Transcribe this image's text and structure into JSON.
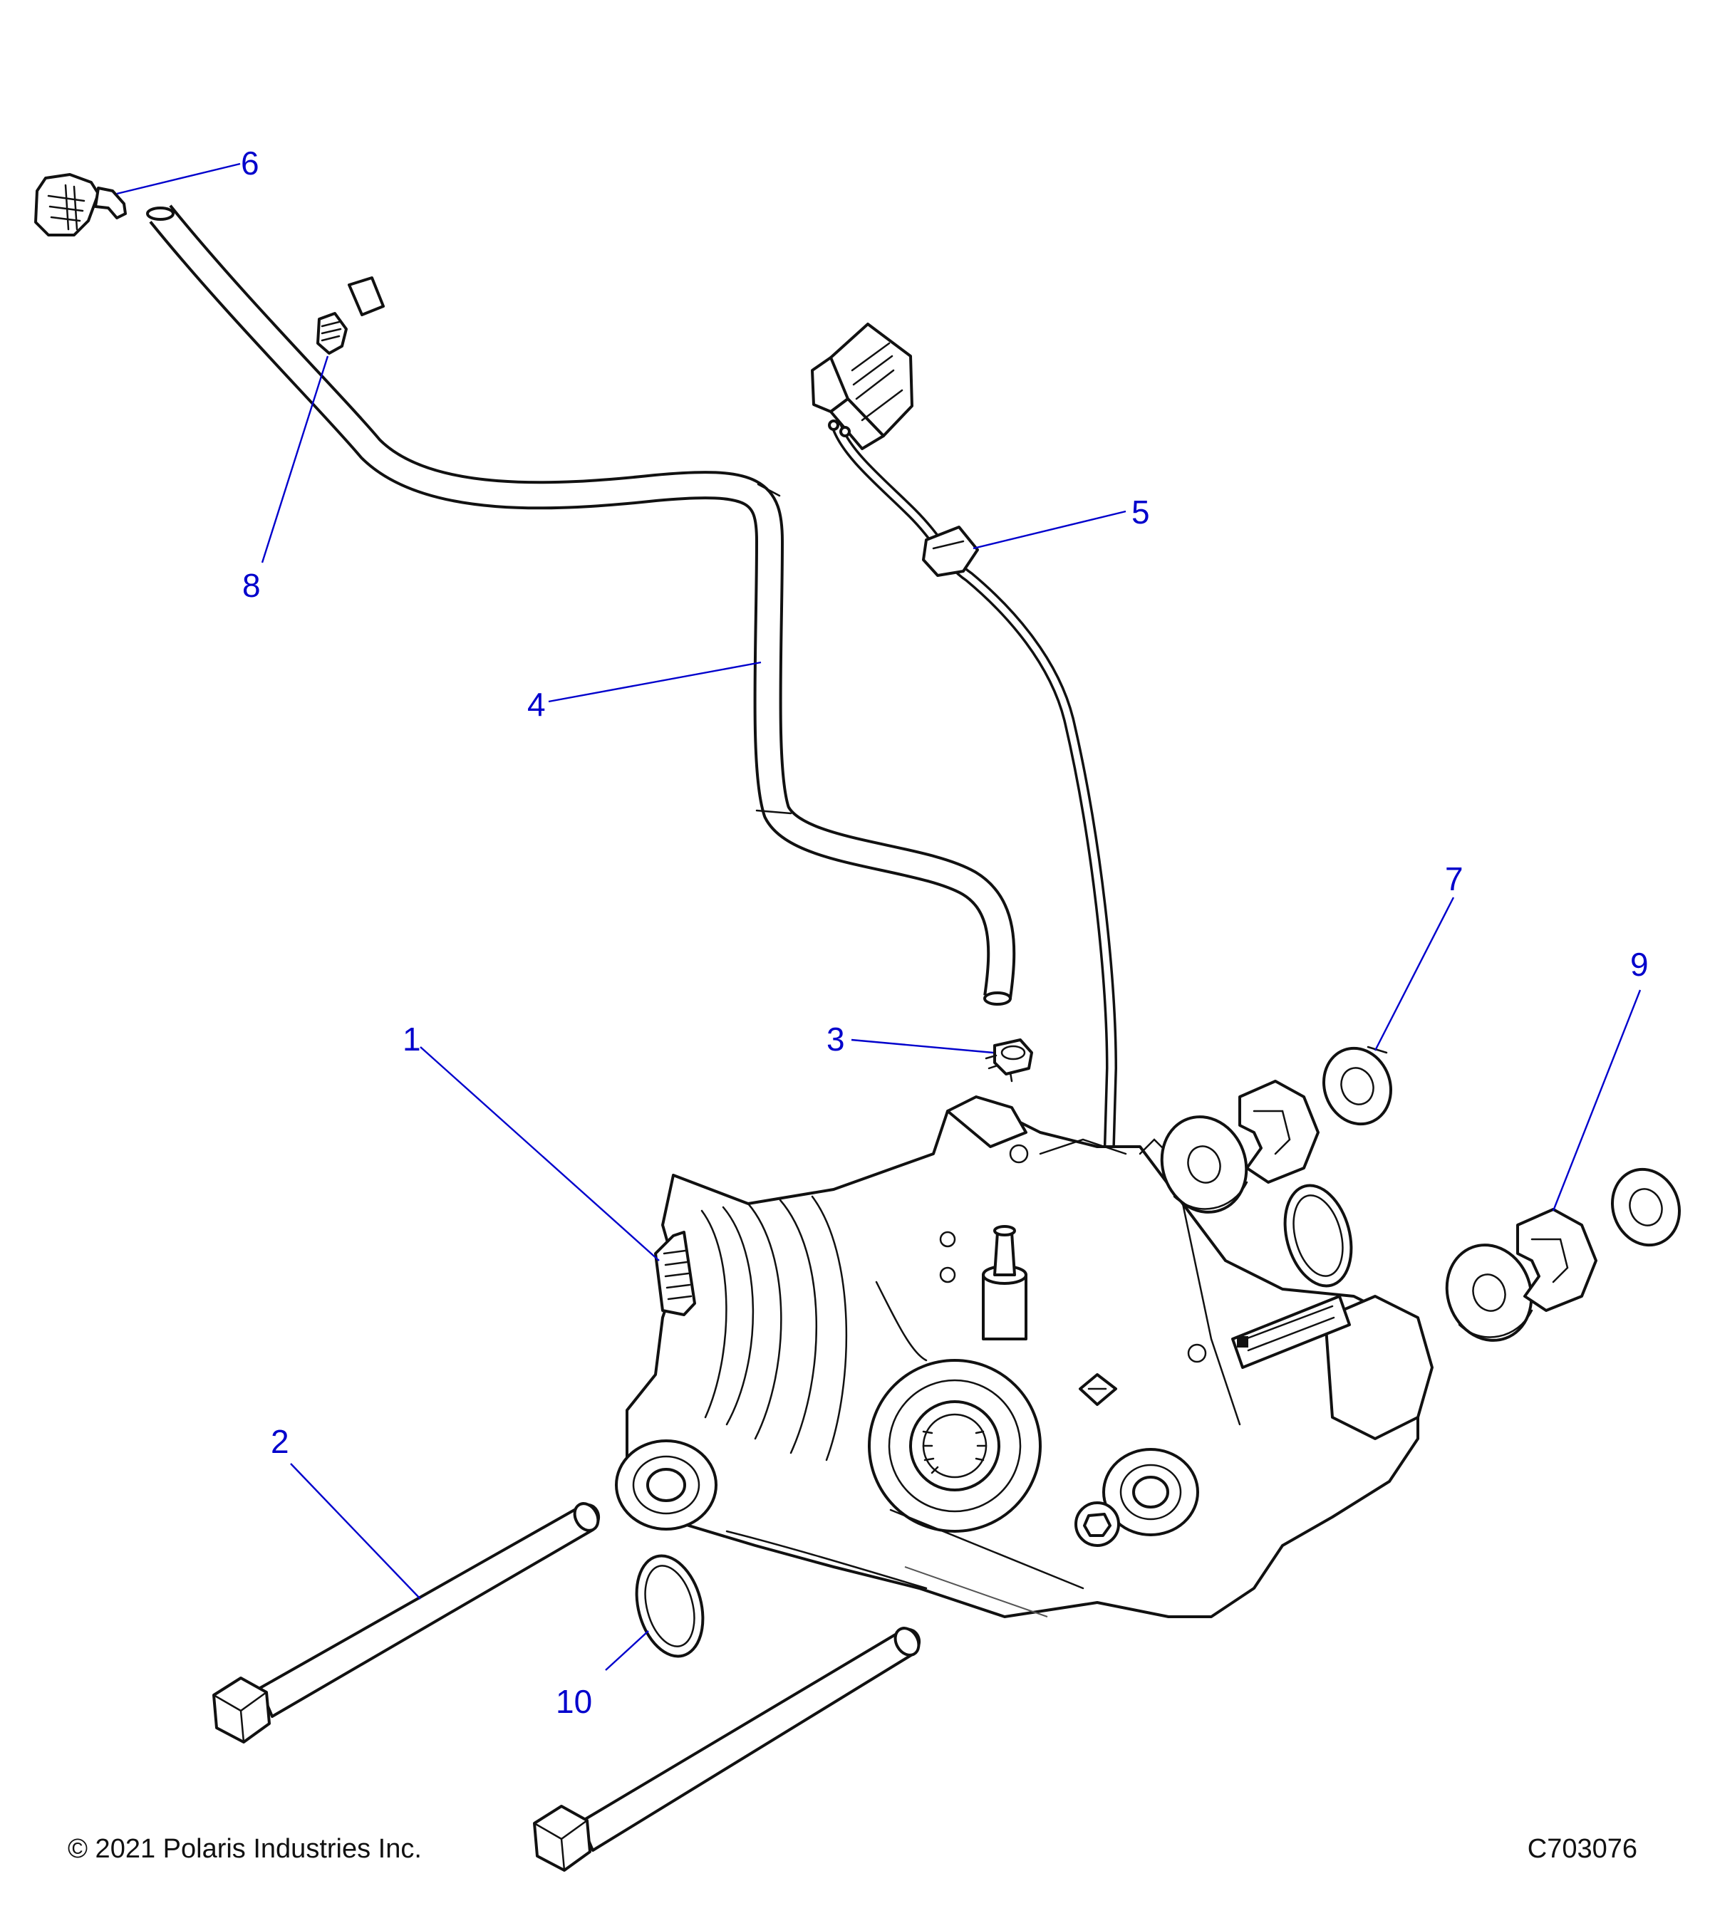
{
  "callouts": [
    {
      "number": "1"
    },
    {
      "number": "2"
    },
    {
      "number": "3"
    },
    {
      "number": "4"
    },
    {
      "number": "5"
    },
    {
      "number": "6"
    },
    {
      "number": "7"
    },
    {
      "number": "8"
    },
    {
      "number": "9"
    },
    {
      "number": "10"
    }
  ],
  "footer": {
    "copyright": "© 2021 Polaris Industries Inc.",
    "diagram_id": "C703076"
  },
  "colors": {
    "callout": "#0000cc",
    "line_art": "#111111",
    "background": "#ffffff"
  }
}
